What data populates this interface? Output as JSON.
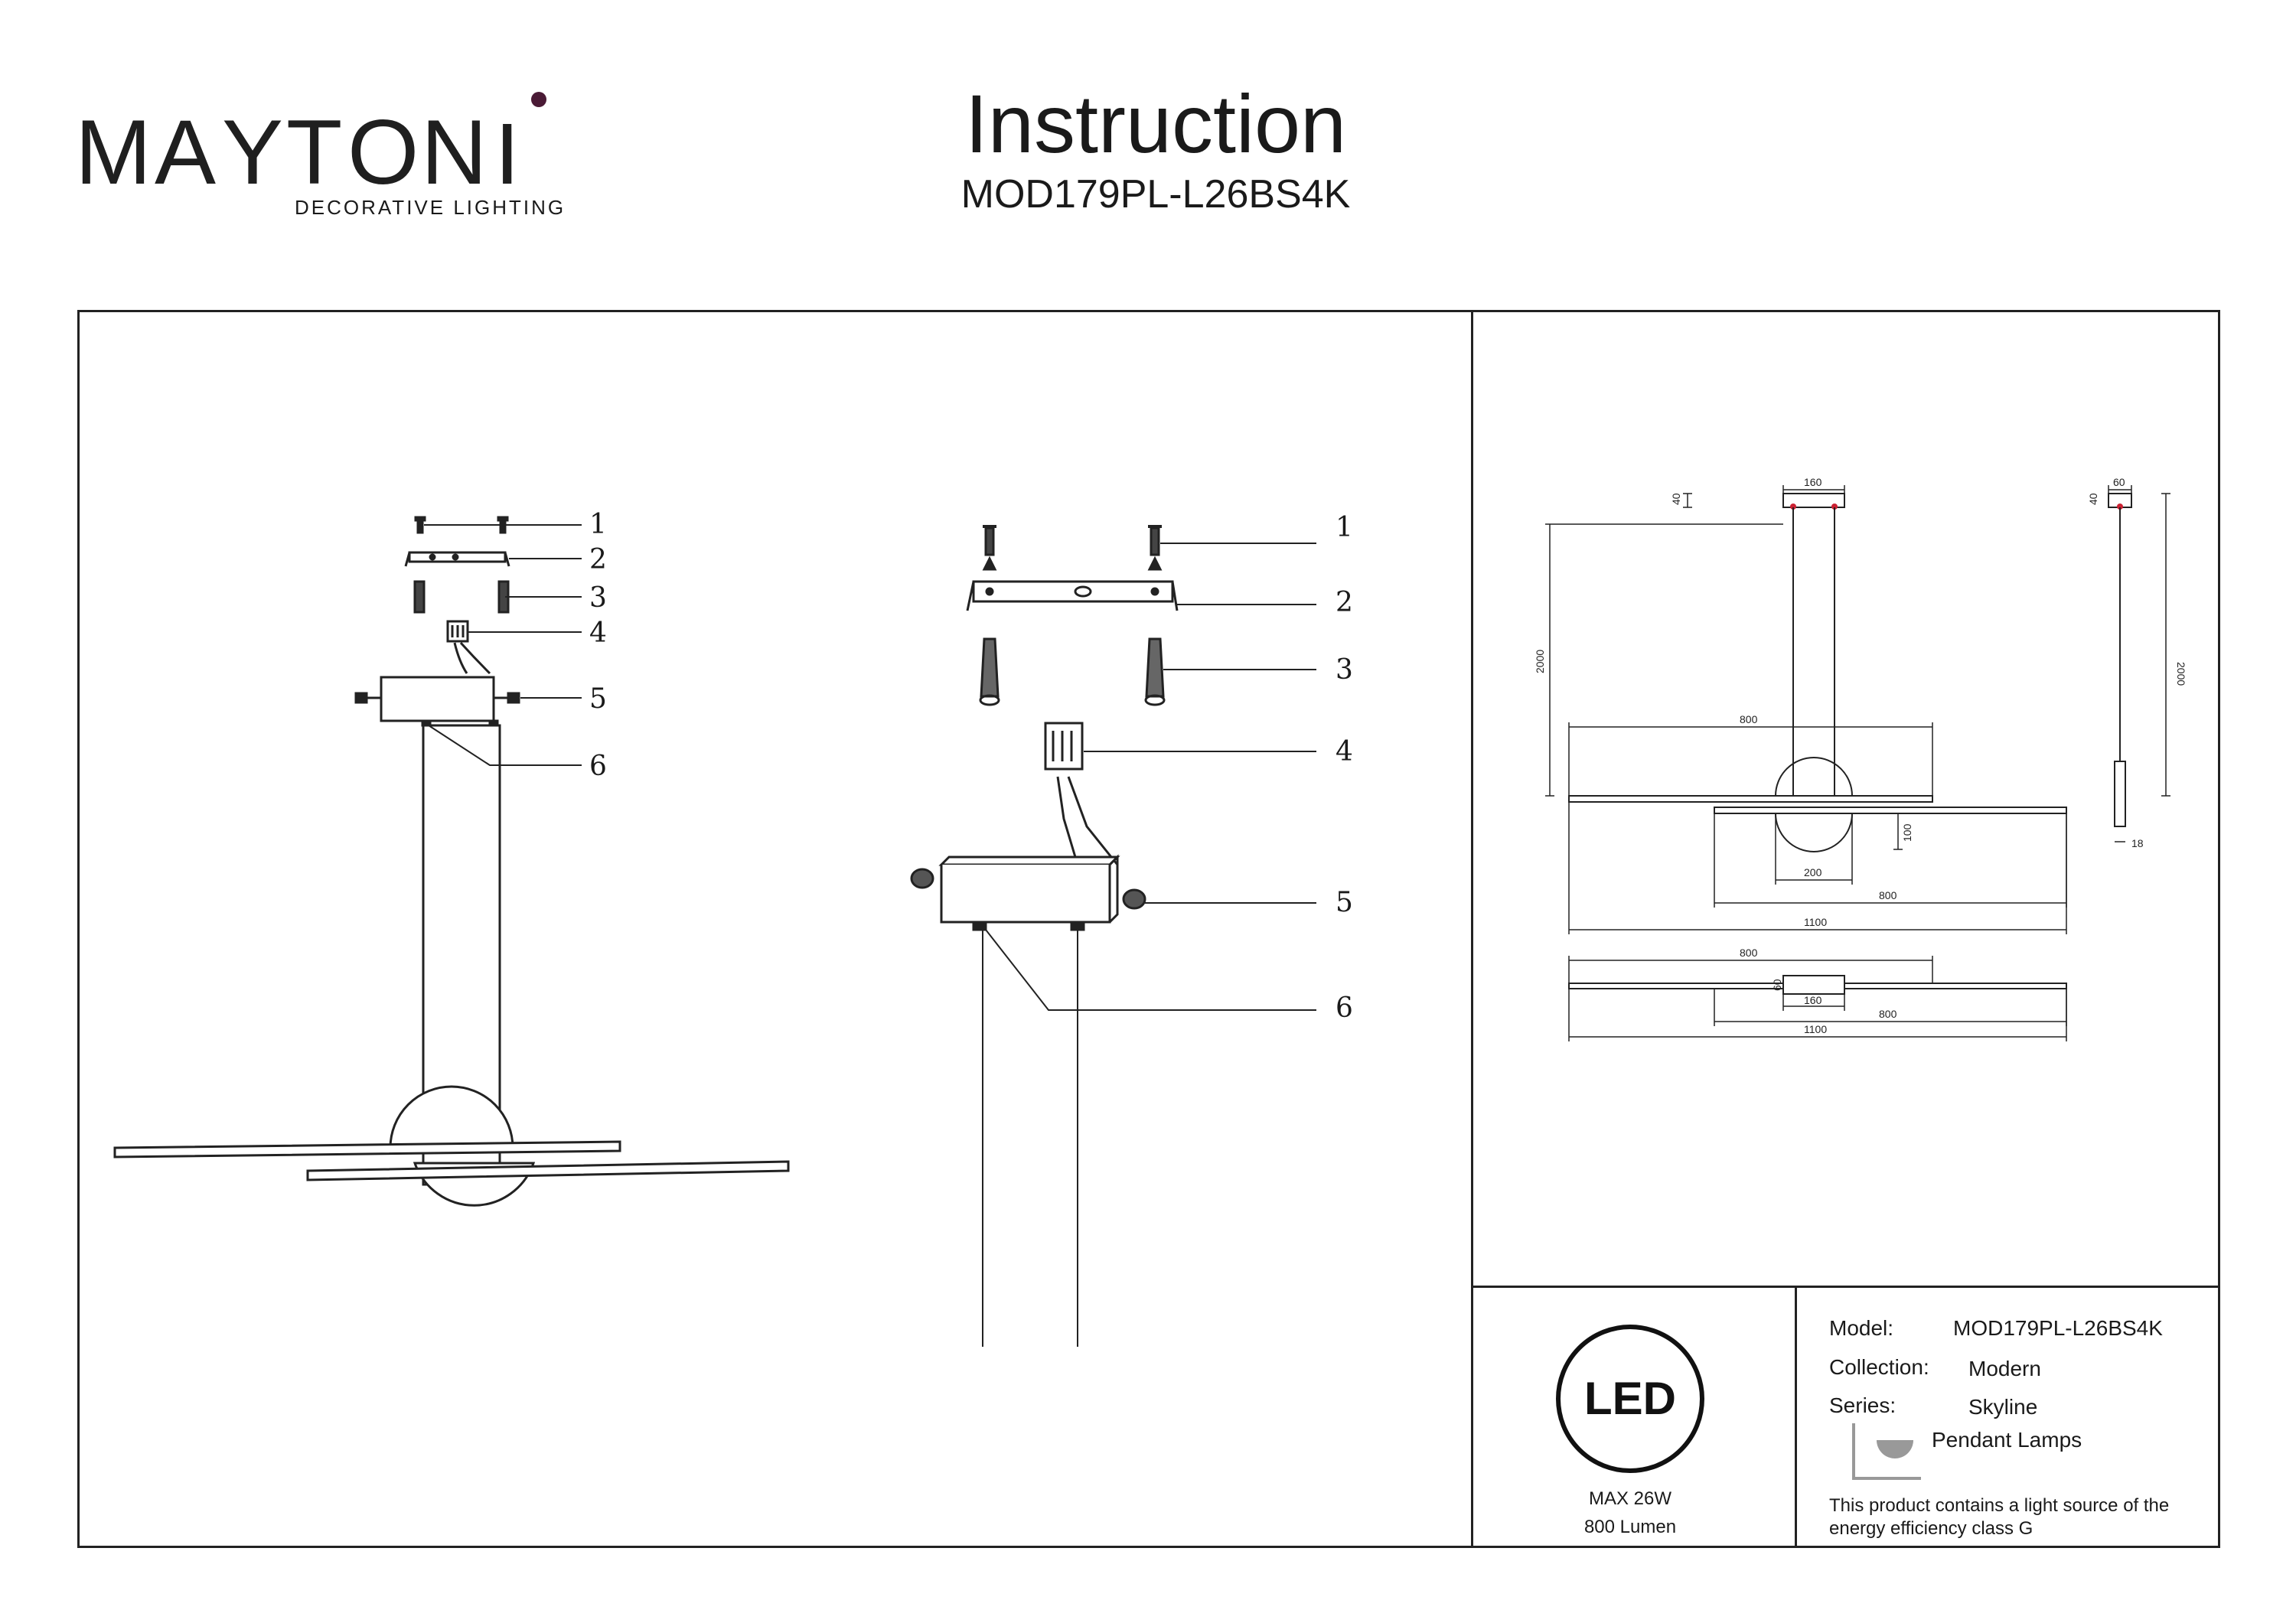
{
  "brand": {
    "name_letters": [
      "M",
      "A",
      "Y",
      "T",
      "O",
      "N",
      "I"
    ],
    "tagline": "DECORATIVE LIGHTING",
    "accent_color": "#4a1a35"
  },
  "header": {
    "title": "Instruction",
    "model": "MOD179PL-L26BS4K"
  },
  "callouts": {
    "left": [
      "1",
      "2",
      "3",
      "4",
      "5",
      "6"
    ],
    "center": [
      "1",
      "2",
      "3",
      "4",
      "5",
      "6"
    ]
  },
  "dimensions": {
    "front_top_width": "160",
    "front_top_height": "40",
    "front_total_height": "2000",
    "upper_bar_length": "800",
    "disc_height": "100",
    "disc_width": "200",
    "lower_bar_length": "800",
    "overall_length": "1100",
    "side_top_width": "60",
    "side_top_height": "40",
    "side_total_height": "2000",
    "side_depth": "18",
    "plan_upper_length": "800",
    "plan_canopy_depth": "60",
    "plan_canopy_width": "160",
    "plan_lower_length": "800",
    "plan_overall_length": "1100"
  },
  "led_badge": {
    "logo_text": "LED",
    "power": "MAX 26W",
    "lumen": "800 Lumen"
  },
  "product_info": {
    "model_label": "Model:",
    "model_value": "MOD179PL-L26BS4K",
    "collection_label": "Collection:",
    "collection_value": "Modern",
    "series_label": "Series:",
    "series_value": "Skyline",
    "category": "Pendant Lamps",
    "energy_line1": "This product contains a light source of the",
    "energy_line2": "energy efficiency class G"
  }
}
